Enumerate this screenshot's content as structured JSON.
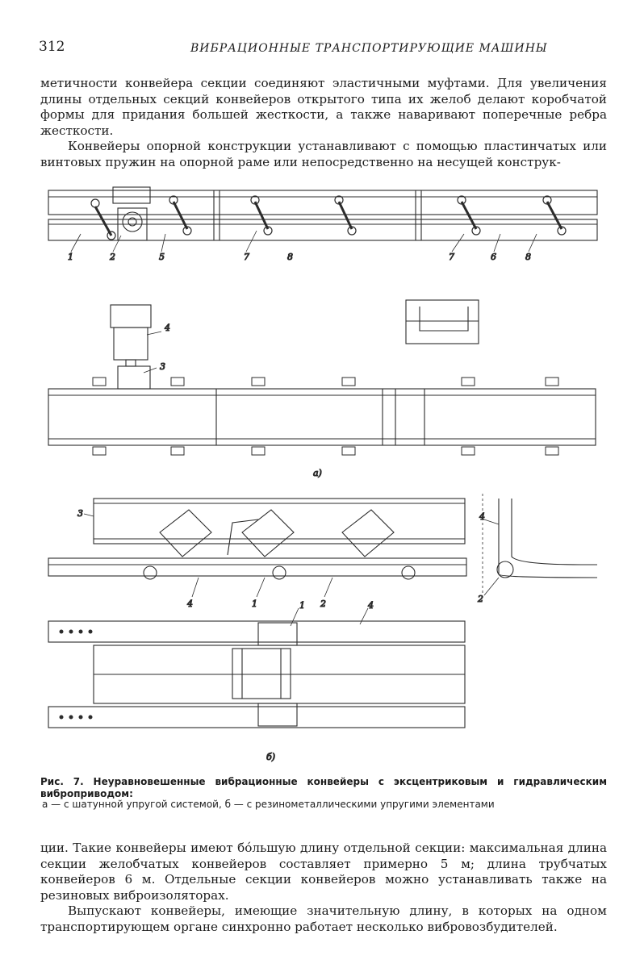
{
  "header": {
    "page_number": "312",
    "running_title": "ВИБРАЦИОННЫЕ ТРАНСПОРТИРУЮЩИЕ МАШИНЫ"
  },
  "text_top": {
    "p1": "метичности конвейера секции соединяют эластичными муфтами. Для увеличения длины отдельных секций конвейеров открытого типа их желоб делают коробчатой формы для придания большей жесткости, а также наваривают поперечные ребра жесткости.",
    "p2": "Конвейеры опорной конструкции устанавливают с помощью пластинчатых или винтовых пружин на опорной раме или непосредственно на несущей конструк-"
  },
  "figure": {
    "top_labels": [
      "1",
      "2",
      "5",
      "7",
      "8",
      "7",
      "6",
      "8"
    ],
    "a_labels": [
      "4",
      "3"
    ],
    "sub_a": "а)",
    "b_labels": [
      "3",
      "4",
      "1",
      "2",
      "4",
      "2"
    ],
    "plan_labels": [
      "1",
      "4"
    ],
    "sub_b": "б)"
  },
  "caption": {
    "title": "Рис. 7. Неуравновешенные вибрационные конвейеры с эксцентриковым и гидравлическим виброприводом:",
    "legend": "а — с шатунной упругой системой, б — с резинометаллическими упругими элементами"
  },
  "text_bottom": {
    "p1": "ции. Такие конвейеры имеют бо́льшую длину отдельной секции: максимальная длина секции желобчатых конвейеров составляет примерно 5 м; длина трубчатых конвейеров 6 м. Отдельные секции конвейеров можно устанавливать также на резиновых виброизоляторах.",
    "p2": "Выпускают конвейеры, имеющие значительную длину, в которых на одном транспортирующем органе синхронно работает несколько вибровозбудителей."
  }
}
